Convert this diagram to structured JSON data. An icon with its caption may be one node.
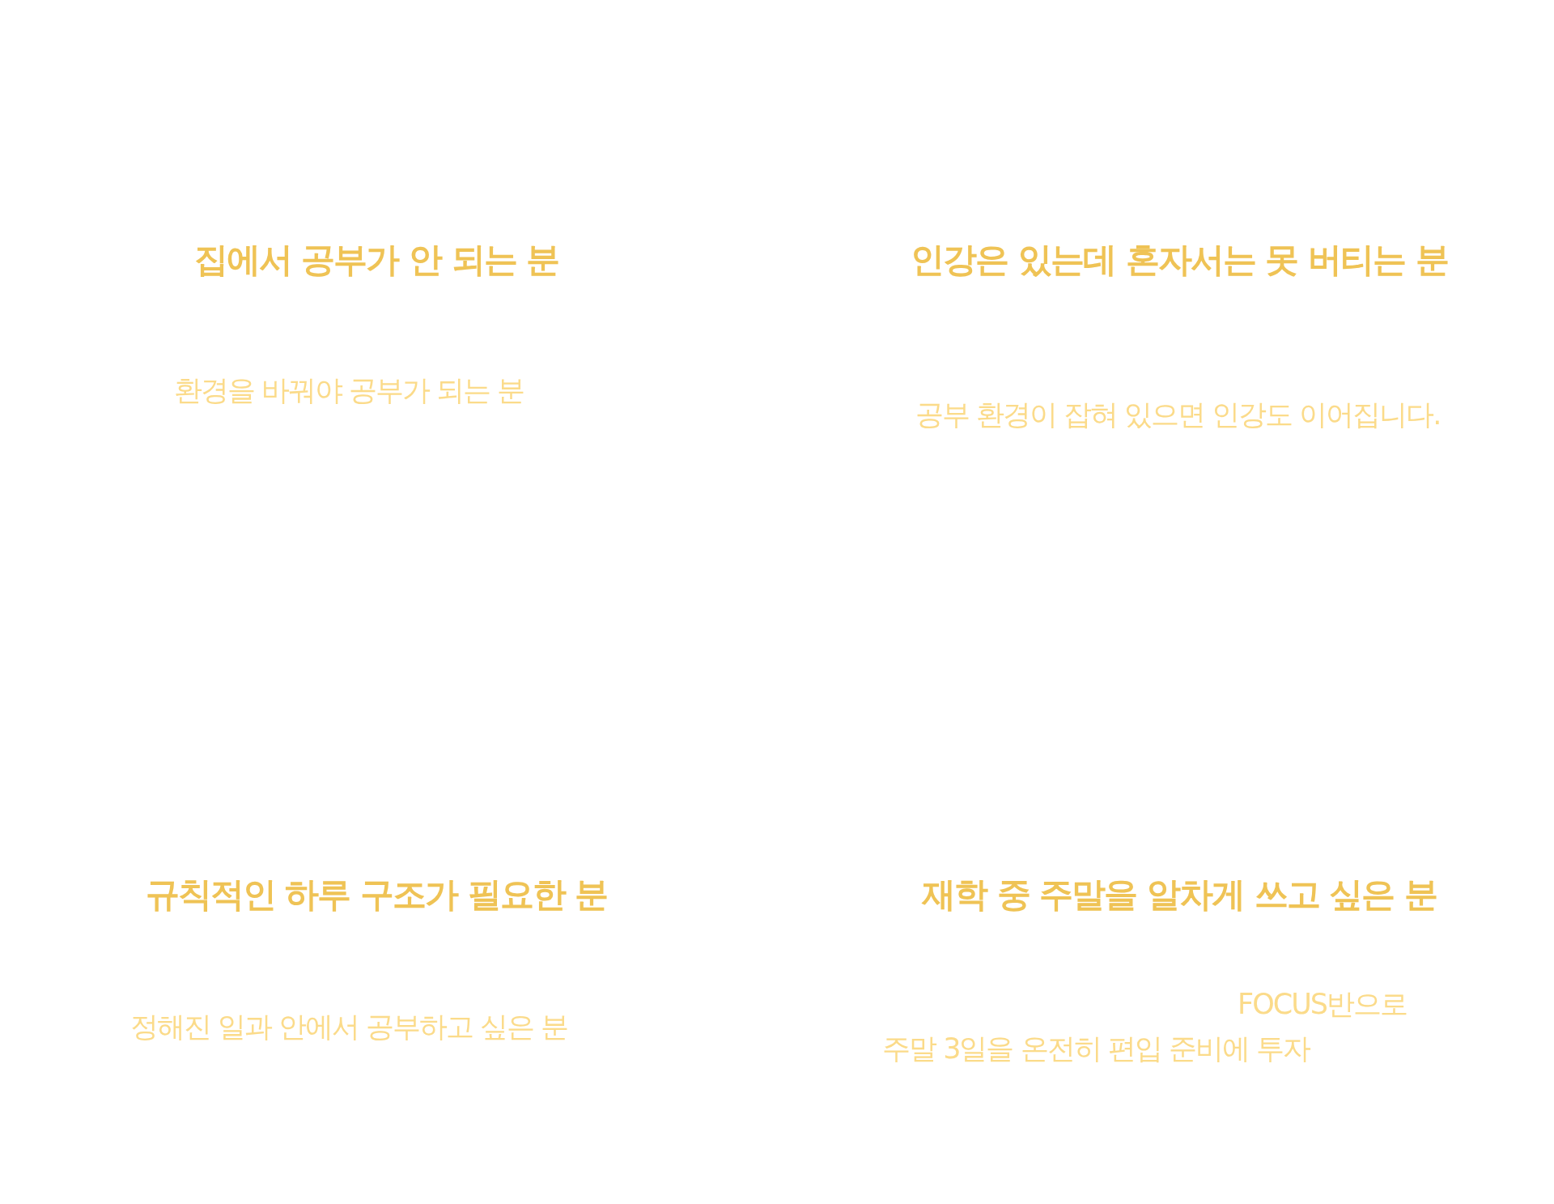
{
  "diagram": {
    "labels": [
      "집에서 공부가 안 되는 분",
      "인강은 있는데 혼자서는 못 버티는 분",
      "환경을 바꿔야 공부가 되는 분",
      "공부 환경이 잡혀 있으면 인강도 이어집니다.",
      "규칙적인 하루 구조가 필요한 분",
      "재학 중 주말을 알차게 쓰고 싶은 분",
      "정해진 일과 안에서 공부하고 싶은 분",
      "FOCUS반으로",
      "주말 3일을 온전히 편입 준비에 투자"
    ]
  }
}
